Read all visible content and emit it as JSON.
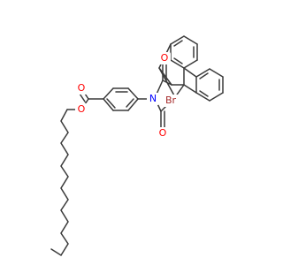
{
  "labels": {
    "O_top": "O",
    "O_bottom": "O",
    "O_ester_carbonyl": "O",
    "O_ester_ether": "O",
    "N": "N",
    "Br": "Br"
  },
  "colors": {
    "bond": "#3a3a3a",
    "oxygen": "#ff0000",
    "nitrogen": "#0000ff",
    "bromine": "#a52a2a",
    "background": "#ffffff"
  }
}
